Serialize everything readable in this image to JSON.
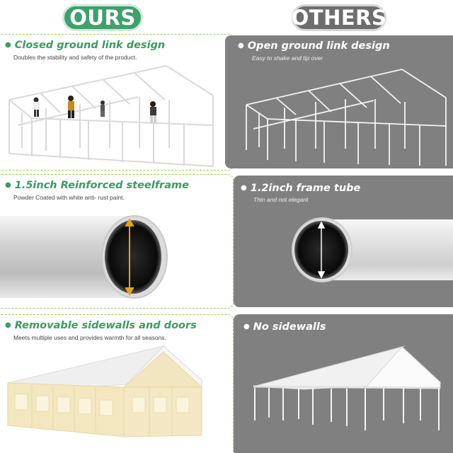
{
  "header": {
    "ours_label": "OURS",
    "others_label": "OTHERS"
  },
  "ours": [
    {
      "title": "Closed ground link design",
      "subtitle": "Doubles the stability and safety of the product."
    },
    {
      "title": "1.5inch Reinforced steelframe",
      "subtitle": "Powder Coated with white anti- rust paint."
    },
    {
      "title": "Removable sidewalls and doors",
      "subtitle": "Meets multiple uses and provides warmth for all seasons."
    }
  ],
  "others": [
    {
      "title": "Open ground link design",
      "subtitle": "Easy to shake and tip over"
    },
    {
      "title": "1.2inch frame tube",
      "subtitle": "Thin and not elegant"
    },
    {
      "title": "No sidewalls",
      "subtitle": ""
    }
  ],
  "colors": {
    "ours_green": "#3fa06b",
    "others_gray": "#6d6d6d",
    "dashed_border": "#9ccf5c",
    "measure_arrow": "#e2a21c"
  },
  "icons": {
    "bullet": "black-circle"
  }
}
